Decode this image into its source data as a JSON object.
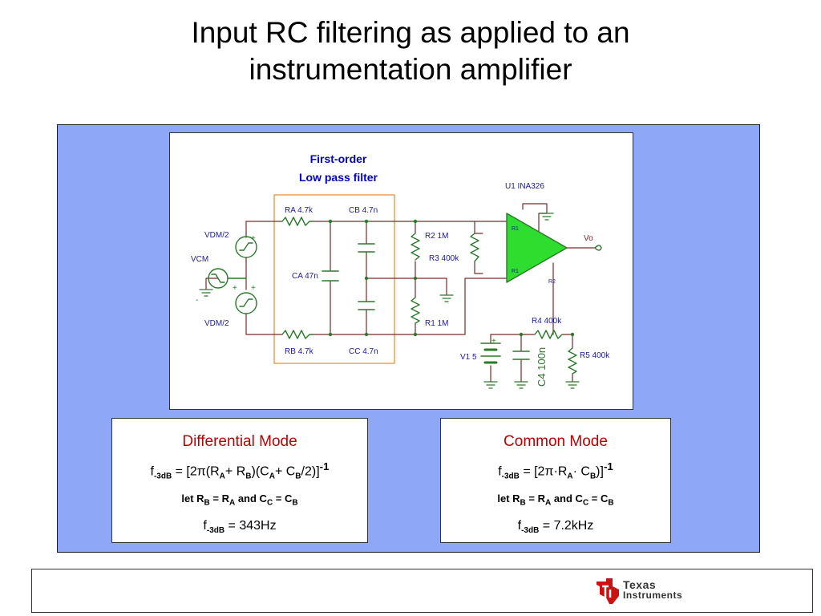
{
  "title": {
    "line1": "Input RC filtering as applied to an",
    "line2": "instrumentation amplifier"
  },
  "schematic": {
    "filter_label_line1": "First-order",
    "filter_label_line2": "Low pass filter",
    "ic_label": "U1 INA326",
    "labels": {
      "ra": "RA 4.7k",
      "cb": "CB 4.7n",
      "ca": "CA 47n",
      "rb": "RB 4.7k",
      "cc": "CC 4.7n",
      "r2": "R2 1M",
      "r3": "R3 400k",
      "r1": "R1 1M",
      "r4": "R4 400k",
      "r5": "R5 400k",
      "c4": "C4 100n",
      "v1": "V1 5",
      "vdm_top": "VDM/2",
      "vdm_bottom": "VDM/2",
      "vcm": "VCM",
      "vo": "Vo",
      "pin_r1_top": "R1",
      "pin_r1_bottom": "R1",
      "pin_r2": "R2",
      "plus_top": "+",
      "plus_mid": "+",
      "plus_vcm": "+",
      "minus_vcm": "-",
      "plus_v1": "+"
    },
    "colors": {
      "filter_label": "#0000cc",
      "filter_box": "#f0a050",
      "wire": "#7a2a2a",
      "component": "#2a7a2a",
      "opamp_fill": "#2fdd2f",
      "text": "#1a1aa0"
    }
  },
  "differential": {
    "title": "Differential Mode",
    "f_prefix": "f",
    "f_sub": "-3dB",
    "formula_rest_a": " = [2π(R",
    "sub_a1": "A",
    "formula_rest_b": "+ R",
    "sub_b1": "B",
    "formula_rest_c": ")(C",
    "sub_a2": "A",
    "formula_rest_d": "+ C",
    "sub_b2": "B",
    "formula_rest_e": "/2)]",
    "sup": "-1",
    "cond_a": "let R",
    "cond_sub_b": "B",
    "cond_b": " = R",
    "cond_sub_a": "A",
    "cond_c": "  and C",
    "cond_sub_c": "C",
    "cond_d": " = C",
    "cond_sub_b2": "B",
    "result_prefix": "f",
    "result_sub": "-3dB",
    "result_value": " = 343Hz"
  },
  "common": {
    "title": "Common Mode",
    "f_prefix": "f",
    "f_sub": "-3dB",
    "formula_rest_a": " = [2π·R",
    "sub_a": "A",
    "formula_rest_b": "· C",
    "sub_b": "B",
    "formula_rest_c": ")]",
    "sup": "-1",
    "cond_a": "let R",
    "cond_sub_b": "B",
    "cond_b": " = R",
    "cond_sub_a": "A",
    "cond_c": "  and C",
    "cond_sub_c": "C",
    "cond_d": " = C",
    "cond_sub_b2": "B",
    "result_prefix": "f",
    "result_sub": "-3dB",
    "result_value": " = 7.2kHz"
  },
  "footer": {
    "brand_line1": "Texas",
    "brand_line2": "Instruments",
    "logo_icon": "texas-state-logo"
  }
}
